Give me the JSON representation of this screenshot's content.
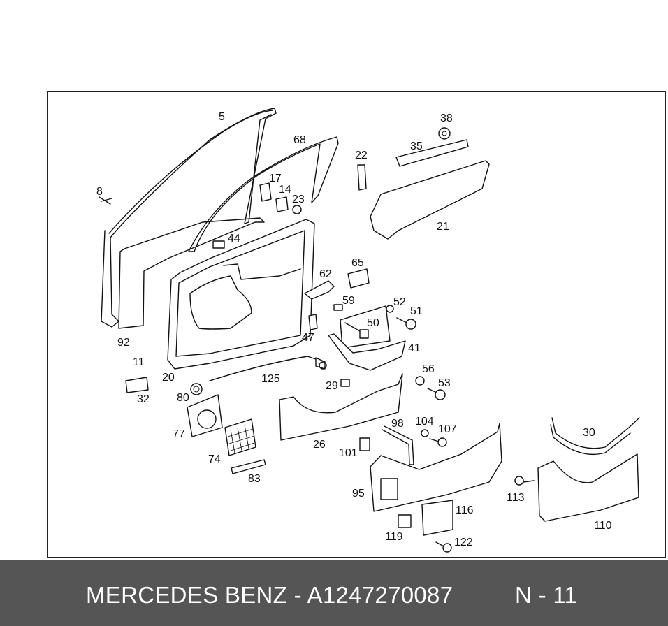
{
  "footer": {
    "brand_part_number": "MERCEDES BENZ - A1247270087",
    "position_label": "N - 11"
  },
  "highlight": {
    "label": "11",
    "color": "#f08a8a"
  },
  "callouts": [
    "5",
    "68",
    "38",
    "35",
    "22",
    "21",
    "8",
    "17",
    "14",
    "23",
    "44",
    "65",
    "62",
    "52",
    "51",
    "59",
    "50",
    "47",
    "41",
    "92",
    "11",
    "20",
    "125",
    "29",
    "56",
    "53",
    "32",
    "80",
    "77",
    "74",
    "83",
    "26",
    "98",
    "104",
    "107",
    "30",
    "101",
    "95",
    "116",
    "113",
    "110",
    "119",
    "122"
  ],
  "colors": {
    "footer_background": "#555555",
    "footer_text": "#ffffff",
    "line": "#111111"
  }
}
